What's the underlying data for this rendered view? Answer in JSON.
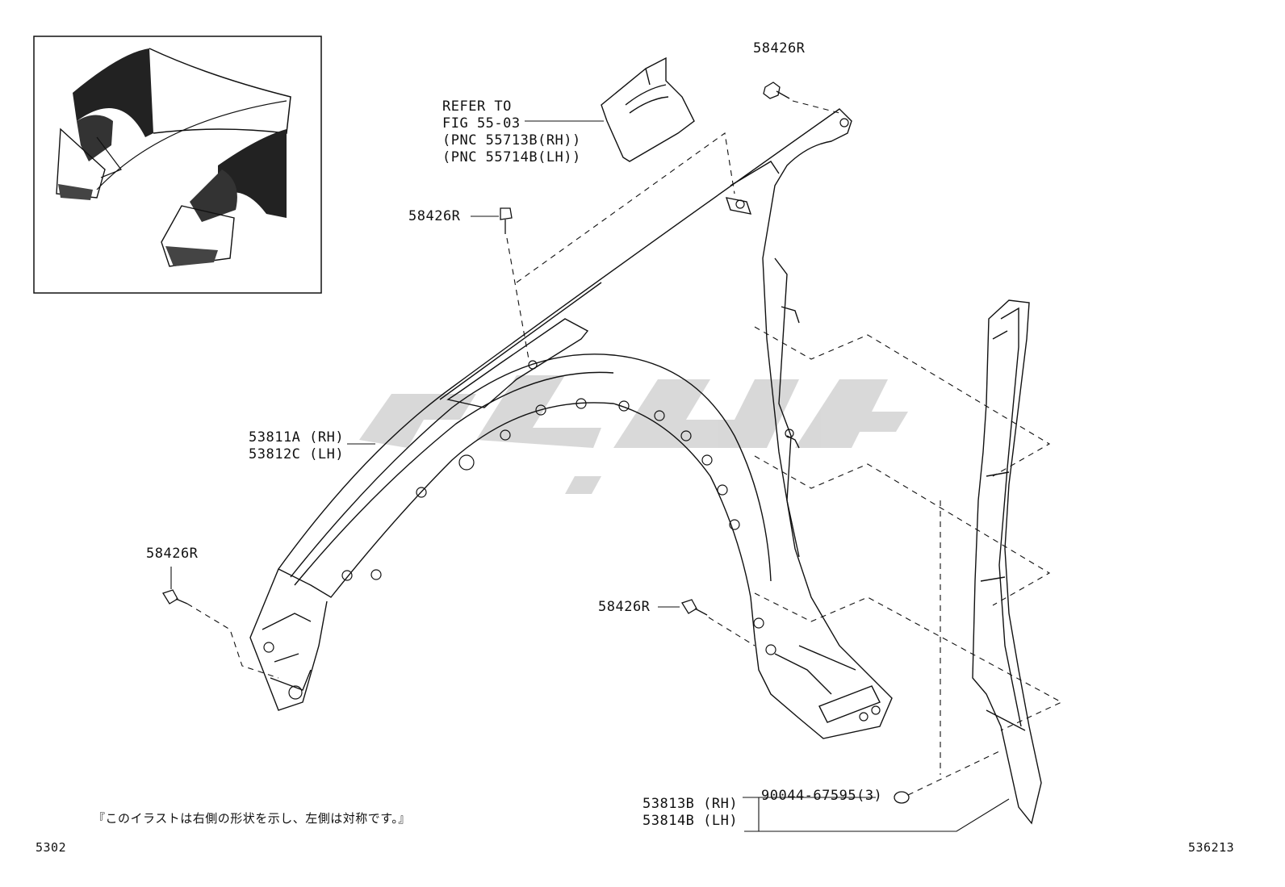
{
  "labels": {
    "refer": [
      "REFER TO",
      "FIG 55-03",
      "(PNC 55713B(RH))",
      "(PNC 55714B(LH))"
    ],
    "bolt_top": "58426R",
    "bolt_mid_left": "58426R",
    "bolt_left": "58426R",
    "bolt_center": "58426R",
    "fender_rh": "53811A (RH)",
    "fender_lh": "53812C (LH)",
    "seal_rh": "53813B (RH)",
    "seal_lh": "53814B (LH)",
    "clip": "90044-67595(3)",
    "note": "『このイラストは右側の形状を示し、左側は対称です。』",
    "page_left": "5302",
    "page_right": "536213"
  },
  "colors": {
    "line": "#111111",
    "watermark": "#cfcfcf",
    "inset_fill": "#222222"
  }
}
